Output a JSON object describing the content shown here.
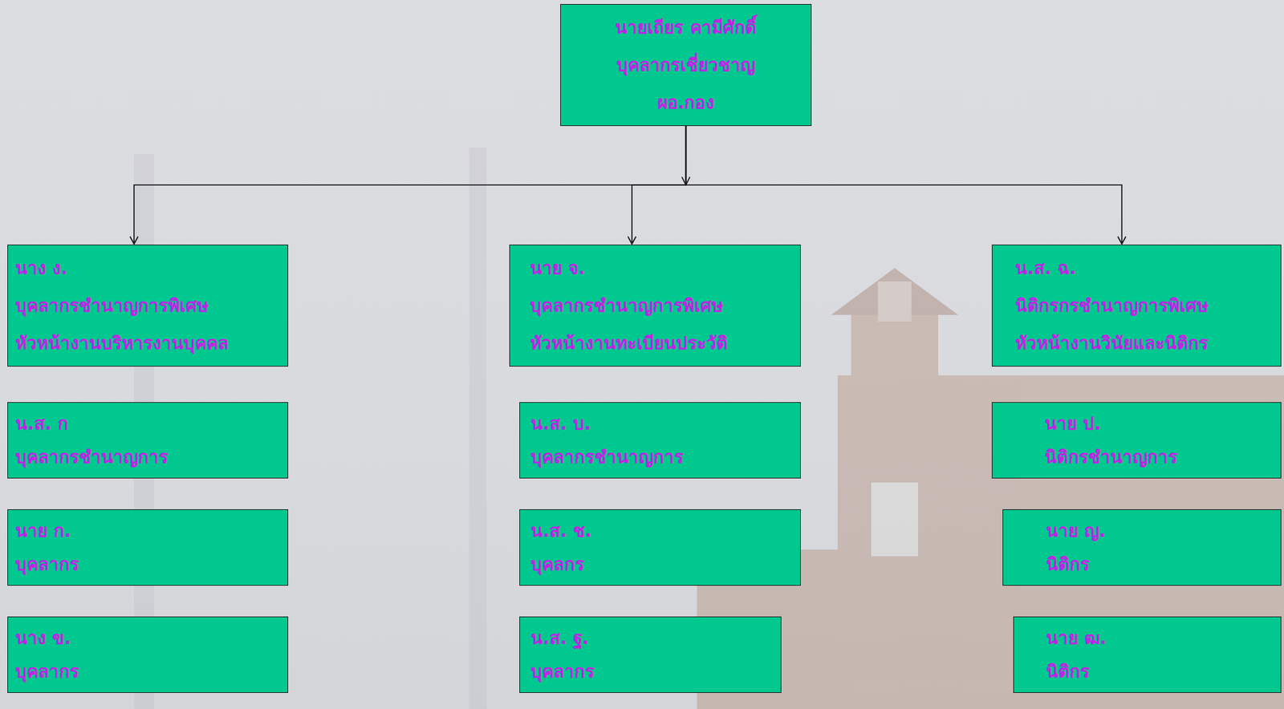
{
  "diagram": {
    "nodes": [
      {
        "text": [
          "นายเถียร คามีศักดิ์",
          "บุคลากรเชี่ยวชาญ",
          "ผอ.กอง"
        ]
      },
      {
        "text": [
          "นาง ง.",
          "บุคลากรชำนาญการพิเศษ",
          "หัวหน้างานบริหารงานบุคคล"
        ]
      },
      {
        "text": [
          "นาย จ.",
          "บุคลากรชำนาญการพิเศษ",
          "หัวหน้างานทะเบียนประวัติ"
        ]
      },
      {
        "text": [
          "น.ส. ฉ.",
          "นิติกรกรชำนาญการพิเศษ",
          "หัวหน้างานวินัยและนิติกร"
        ]
      },
      {
        "text": [
          "น.ส. ก",
          "บุคลากรชำนาญการ"
        ]
      },
      {
        "text": [
          "น.ส. บ.",
          "บุคลากรชำนาญการ"
        ]
      },
      {
        "text": [
          "นาย ป.",
          "นิติกรชำนาญการ"
        ]
      },
      {
        "text": [
          "นาย ก.",
          "บุคลากร"
        ]
      },
      {
        "text": [
          "น.ส. ช.",
          "บุคลกร"
        ]
      },
      {
        "text": [
          "นาย ญ.",
          "นิติกร"
        ]
      },
      {
        "text": [
          "นาง ข.",
          "บุคลากร"
        ]
      },
      {
        "text": [
          "น.ส. ฐ.",
          "บุคลากร"
        ]
      },
      {
        "text": [
          "นาย ฒ.",
          "นิติกร"
        ]
      }
    ],
    "edges": [
      {
        "from": 0,
        "to": 1,
        "arrow": "to"
      },
      {
        "from": 0,
        "to": 2,
        "arrow": "to"
      },
      {
        "from": 0,
        "to": 3,
        "arrow": "to"
      }
    ]
  }
}
